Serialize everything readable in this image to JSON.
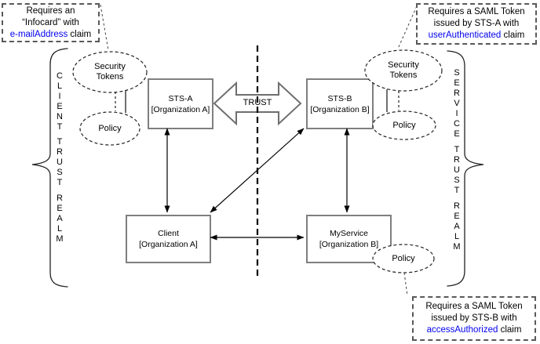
{
  "callouts": {
    "infocard": {
      "line1": "Requires an",
      "line2": "“Infocard” with",
      "claim": "e-mailAddress",
      "suffix": " claim"
    },
    "saml_sts_a": {
      "line1": "Requires a SAML Token",
      "line2": "issued by STS-A with",
      "claim": "userAuthenticated",
      "suffix": " claim"
    },
    "saml_sts_b": {
      "line1": "Requires a SAML Token",
      "line2": "issued by STS-B with",
      "claim": "accessAuthorized",
      "suffix": " claim"
    }
  },
  "realms": {
    "client": {
      "word1": "CLIENT",
      "word2": "TRUST",
      "word3": "REALM"
    },
    "service": {
      "word1": "SERVICE",
      "word2": "TRUST",
      "word3": "REALM"
    }
  },
  "nodes": {
    "sts_a": {
      "name": "STS-A",
      "org": "[Organization A]"
    },
    "sts_b": {
      "name": "STS-B",
      "org": "[Organization B]"
    },
    "client": {
      "name": "Client",
      "org": "[Organization A]"
    },
    "myservice": {
      "name": "MyService",
      "org": "[Organization B]"
    }
  },
  "ellipses": {
    "tokens_left": {
      "line1": "Security",
      "line2": "Tokens"
    },
    "policy_left": {
      "label": "Policy"
    },
    "tokens_right": {
      "line1": "Security",
      "line2": "Tokens"
    },
    "policy_right": {
      "label": "Policy"
    },
    "policy_service": {
      "label": "Policy"
    }
  },
  "trust_label": "TRUST",
  "colors": {
    "claim_link": "#0000ee",
    "box_border": "#7f7f7f",
    "line": "#000000",
    "callout_border": "#595959",
    "trust_arrow_outline": "#6e6e6e"
  }
}
